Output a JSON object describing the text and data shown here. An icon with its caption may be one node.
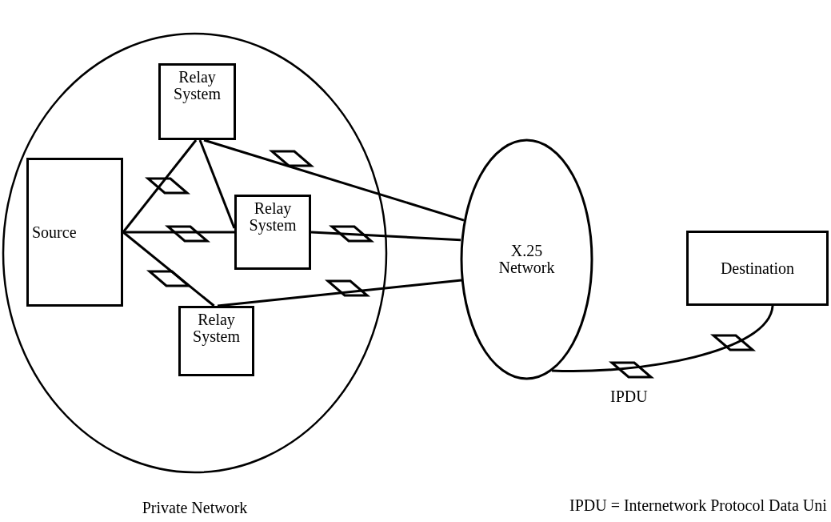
{
  "diagram": {
    "nodes": [
      {
        "text": [
          "Private Network"
        ]
      },
      {
        "text": [
          "Relay System"
        ],
        "in": 0
      },
      {
        "text": [
          "Source"
        ],
        "in": 0
      },
      {
        "text": [
          "Relay System"
        ],
        "in": 0
      },
      {
        "text": [
          "Relay System"
        ],
        "in": 0
      },
      {
        "text": [
          "X.25 Network"
        ]
      },
      {
        "text": [
          "Destination"
        ]
      }
    ],
    "edges": [
      {
        "from": 2,
        "to": 1,
        "arrow": "none"
      },
      {
        "from": 2,
        "to": 3,
        "arrow": "none"
      },
      {
        "from": 2,
        "to": 4,
        "arrow": "none"
      },
      {
        "from": 1,
        "to": 3,
        "arrow": "none"
      },
      {
        "from": 1,
        "to": 5,
        "arrow": "none"
      },
      {
        "from": 3,
        "to": 5,
        "arrow": "none"
      },
      {
        "from": 4,
        "to": 5,
        "arrow": "none"
      },
      {
        "from": 5,
        "to": 6,
        "arrow": "none"
      }
    ],
    "labels": [
      "IPDU",
      "IPDU = Internetwork Protocol Data Uni"
    ]
  }
}
